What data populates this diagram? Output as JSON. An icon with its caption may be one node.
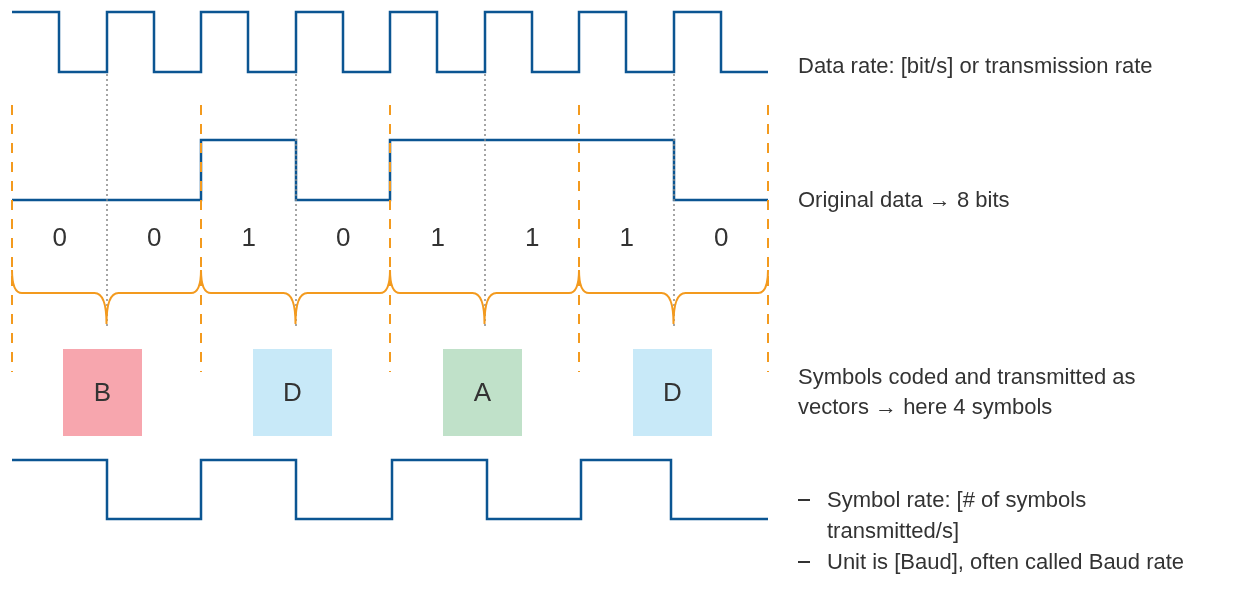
{
  "diagram": {
    "nodes": [
      {
        "text": [
          "B"
        ]
      },
      {
        "text": [
          "D"
        ]
      },
      {
        "text": [
          "A"
        ]
      },
      {
        "text": [
          "D"
        ]
      }
    ],
    "labels": [
      "Data rate: [bit/s] or transmission rate",
      "Original data → 8 bits",
      "0",
      "0",
      "1",
      "0",
      "1",
      "1",
      "1",
      "0",
      "Symbols coded and transmitted as vectors → here 4 symbols",
      "Symbol rate: [# of symbols transmitted/s]",
      "Unit is [Baud], often called Baud rate"
    ]
  }
}
